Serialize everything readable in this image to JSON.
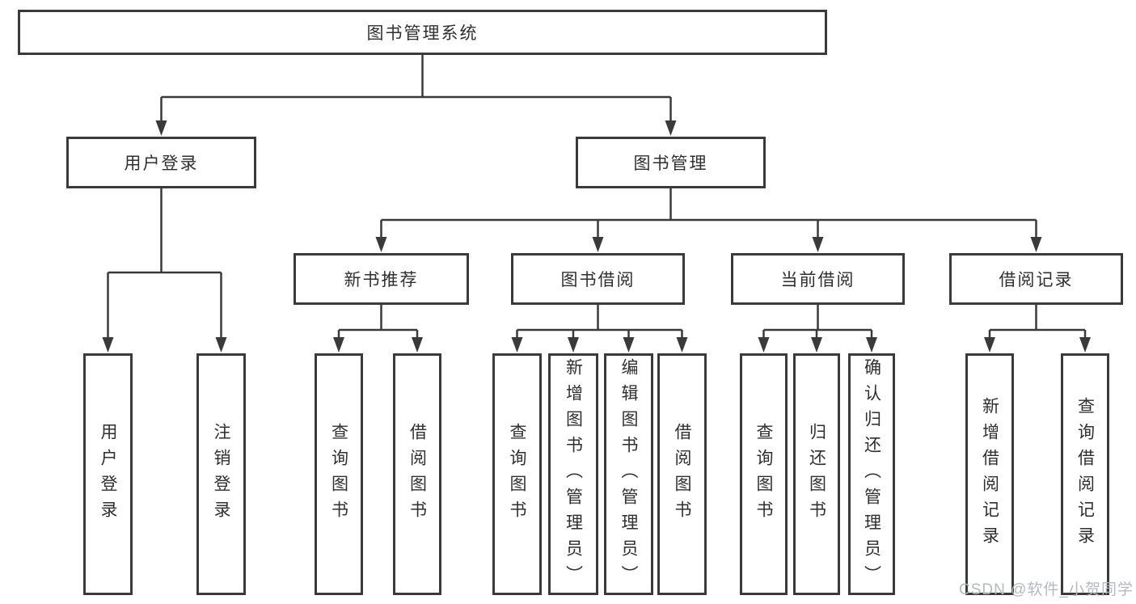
{
  "diagram": {
    "root": {
      "label": "图书管理系统",
      "children": [
        {
          "label": "用户登录",
          "children": [
            {
              "label": "用户登录"
            },
            {
              "label": "注销登录"
            }
          ]
        },
        {
          "label": "图书管理",
          "children": [
            {
              "label": "新书推荐",
              "children": [
                {
                  "label": "查询图书"
                },
                {
                  "label": "借阅图书"
                }
              ]
            },
            {
              "label": "图书借阅",
              "children": [
                {
                  "label": "查询图书"
                },
                {
                  "label": "新增图书（管理员）"
                },
                {
                  "label": "编辑图书（管理员）"
                },
                {
                  "label": "借阅图书"
                }
              ]
            },
            {
              "label": "当前借阅",
              "children": [
                {
                  "label": "查询图书"
                },
                {
                  "label": "归还图书"
                },
                {
                  "label": "确认归还（管理员）"
                }
              ]
            },
            {
              "label": "借阅记录",
              "children": [
                {
                  "label": "新增借阅记录"
                },
                {
                  "label": "查询借阅记录"
                }
              ]
            }
          ]
        }
      ]
    }
  },
  "watermark": {
    "text": "CSDN @软件_小贺同学"
  },
  "colors": {
    "line": "#3a3a3a",
    "text": "#2f2f2f",
    "box_background": "#ffffff",
    "watermark": "#b5b9bf"
  }
}
